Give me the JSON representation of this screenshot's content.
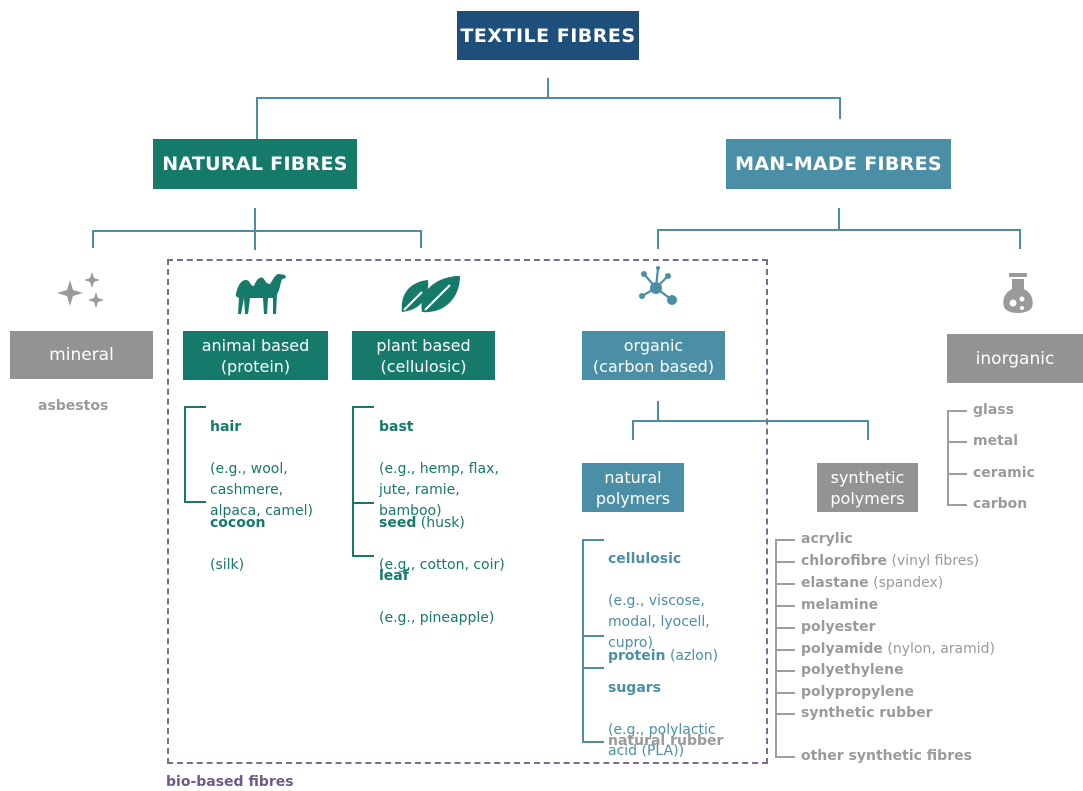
{
  "root": {
    "label": "TEXTILE FIBRES"
  },
  "natural": {
    "label": "NATURAL FIBRES"
  },
  "manmade": {
    "label": "MAN-MADE FIBRES"
  },
  "mineral": {
    "label": "mineral",
    "items": [
      "asbestos"
    ]
  },
  "animal": {
    "label": "animal based\n(protein)",
    "items": [
      {
        "term": "hair",
        "detail": "(e.g., wool,\ncashmere,\nalpaca, camel)"
      },
      {
        "term": "cocoon",
        "detail": "(silk)"
      }
    ]
  },
  "plant": {
    "label": "plant based\n(cellulosic)",
    "items": [
      {
        "term": "bast",
        "detail": "(e.g., hemp, flax,\njute, ramie,\nbamboo)"
      },
      {
        "term": "seed",
        "suffix": " (husk)",
        "detail": "(e.g., cotton, coir)"
      },
      {
        "term": "leaf",
        "detail": "(e.g., pineapple)"
      }
    ]
  },
  "organic": {
    "label": "organic\n(carbon based)"
  },
  "natural_polymers": {
    "label": "natural\npolymers",
    "items": [
      {
        "term": "cellulosic",
        "detail": "(e.g., viscose,\nmodal, lyocell,\ncupro)"
      },
      {
        "term": "protein",
        "suffix": " (azlon)"
      },
      {
        "term": "sugars",
        "detail": "(e.g., polylactic\nacid (PLA))"
      },
      {
        "term": "natural rubber"
      }
    ]
  },
  "synthetic_polymers": {
    "label": "synthetic\npolymers",
    "items": [
      {
        "term": "acrylic"
      },
      {
        "term": "chlorofibre",
        "suffix": " (vinyl fibres)"
      },
      {
        "term": "elastane",
        "suffix": " (spandex)"
      },
      {
        "term": "melamine"
      },
      {
        "term": "polyester"
      },
      {
        "term": "polyamide",
        "suffix": " (nylon, aramid)"
      },
      {
        "term": "polyethylene"
      },
      {
        "term": "polypropylene"
      },
      {
        "term": "synthetic rubber"
      },
      {
        "term": "other synthetic fibres"
      }
    ]
  },
  "inorganic": {
    "label": "inorganic",
    "items": [
      "glass",
      "metal",
      "ceramic",
      "carbon"
    ]
  },
  "bio_based": {
    "label": "bio-based fibres"
  },
  "icons": {
    "mineral": "sparkles-icon",
    "animal": "camel-icon",
    "plant": "leaves-icon",
    "organic": "molecule-icon",
    "inorganic": "flask-icon"
  },
  "colors": {
    "root": "#1d4f7a",
    "natural": "#157a6a",
    "manmade": "#4a8fa6",
    "grey": "#939393",
    "bio": "#7d6a8c"
  }
}
